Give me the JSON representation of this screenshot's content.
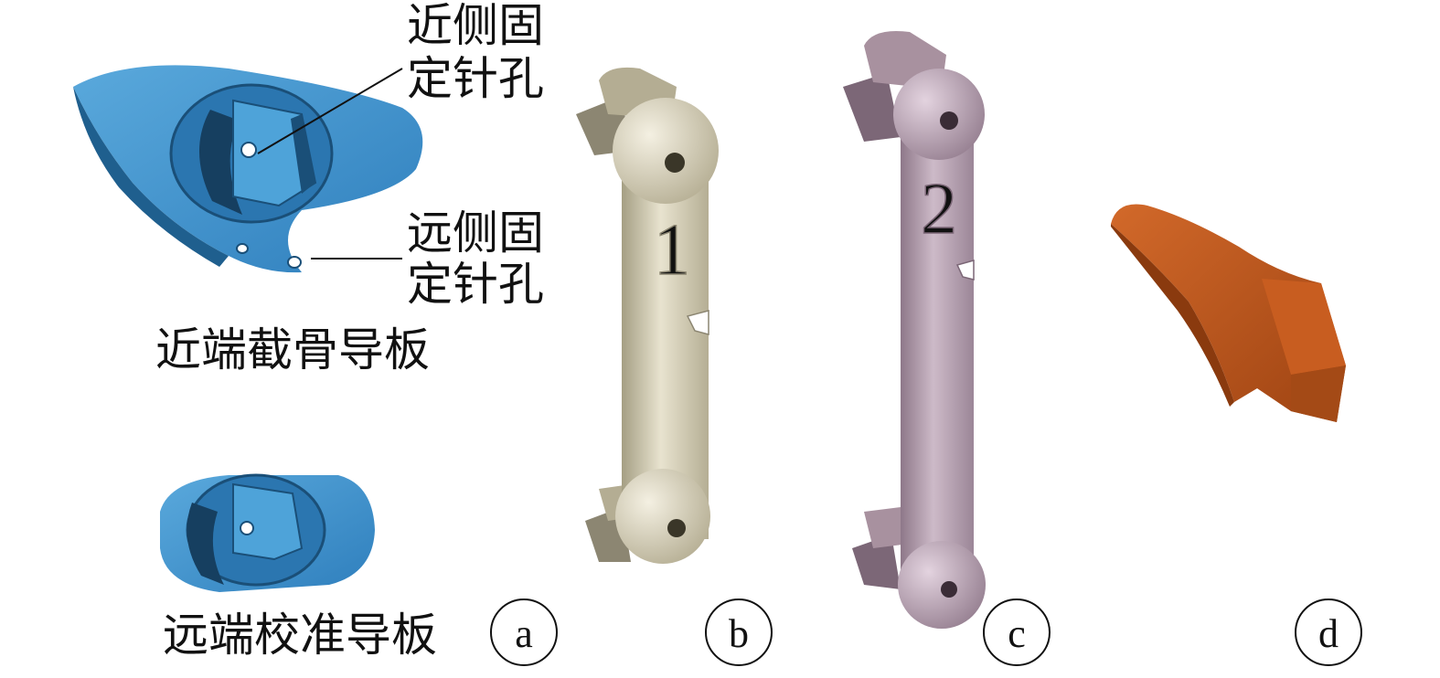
{
  "figure": {
    "colors": {
      "guide_blue": "#3d93cf",
      "guide_blue_dark": "#1f5f8e",
      "rod_beige": "#d6d0b6",
      "rod_pink": "#b9a2b3",
      "wedge_orange": "#b8531a"
    },
    "panel_a": {
      "label": "a",
      "proximal_pin_hole_label_line1": "近侧固",
      "proximal_pin_hole_label_line2": "定针孔",
      "distal_pin_hole_label_line1": "远侧固",
      "distal_pin_hole_label_line2": "定针孔",
      "proximal_guide_caption": "近端截骨导板",
      "distal_guide_caption": "远端校准导板"
    },
    "panel_b": {
      "label": "b",
      "engraved_number": "1"
    },
    "panel_c": {
      "label": "c",
      "engraved_number": "2"
    },
    "panel_d": {
      "label": "d"
    }
  }
}
